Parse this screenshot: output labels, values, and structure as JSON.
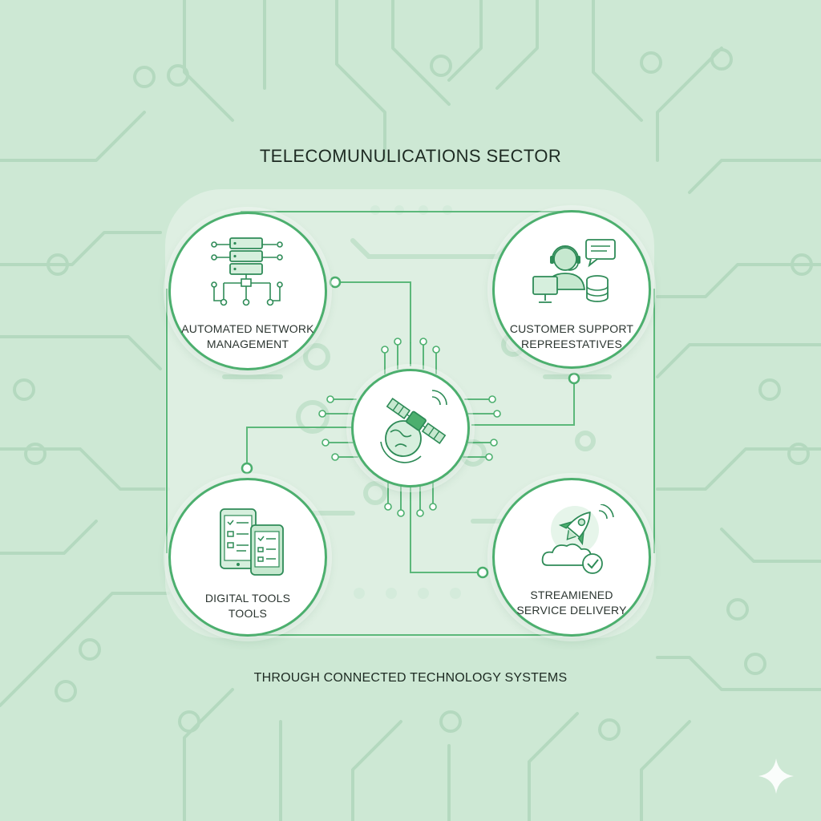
{
  "diagram": {
    "title": "TELECOMUNULICATIONS SECTOR",
    "subtitle": "THROUGH CONNECTED TECHNOLOGY SYSTEMS",
    "center": {
      "icon": "satellite-globe-icon"
    },
    "nodes": {
      "top_left": {
        "icon": "server-network-icon",
        "line1": "AUTOMATED NETWORK",
        "line2": "MANAGEMENT"
      },
      "top_right": {
        "icon": "support-agent-icon",
        "line1": "CUSTOMER SUPPORT",
        "line2": "REPREESTATIVES"
      },
      "bottom_left": {
        "icon": "tablet-phone-checklist-icon",
        "line1": "DIGITAL TOOLS",
        "line2": "TOOLS"
      },
      "bottom_right": {
        "icon": "rocket-cloud-icon",
        "line1": "STREAMIENED",
        "line2": "SERVICE DELIVERY"
      }
    }
  },
  "colors": {
    "background": "#cde8d4",
    "accent": "#4caf6e",
    "accent_dark": "#2e8b57",
    "panel": "#e3f2e7"
  }
}
